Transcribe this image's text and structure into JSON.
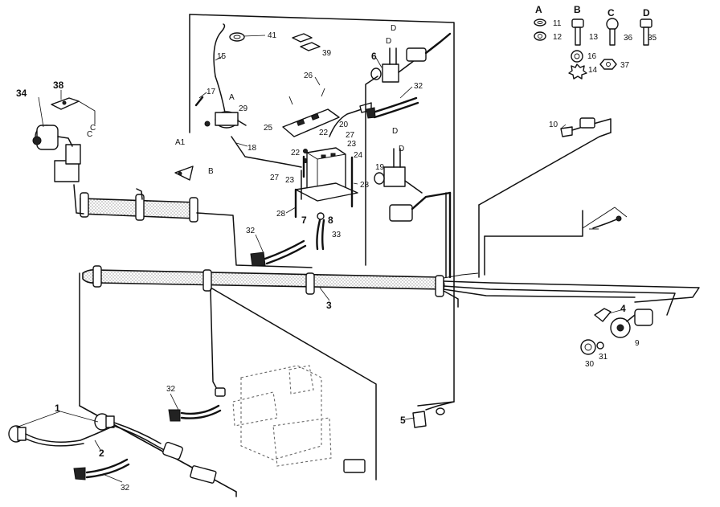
{
  "diagram": {
    "callouts": {
      "c1": "1",
      "c2": "2",
      "c3": "3",
      "c4": "4",
      "c5": "5",
      "c6": "6",
      "c7": "7",
      "c8": "8",
      "c9": "9",
      "c10": "10",
      "c11": "11",
      "c12": "12",
      "c13": "13",
      "c14": "14",
      "c15": "15",
      "c16": "16",
      "c17": "17",
      "c18": "18",
      "c19": "19",
      "c20": "20",
      "c22a": "22",
      "c22b": "22",
      "c23a": "23",
      "c23b": "23",
      "c24": "24",
      "c25": "25",
      "c26": "26",
      "c27a": "27",
      "c27b": "27",
      "c28a": "28",
      "c28b": "28",
      "c29": "29",
      "c30": "30",
      "c31": "31",
      "c32a": "32",
      "c32b": "32",
      "c32c": "32",
      "c32d": "32",
      "c33": "33",
      "c34": "34",
      "c35": "35",
      "c36": "36",
      "c37": "37",
      "c38": "38",
      "c39": "39",
      "c41": "41"
    },
    "hardware_keys": {
      "A": "A",
      "B": "B",
      "C": "C",
      "D": "D"
    },
    "ref_letters": {
      "d1": "D",
      "d2": "D",
      "d3": "D",
      "d4": "D",
      "a1": "A",
      "a2": "A1",
      "b1": "B",
      "c1": "C",
      "c2": "C"
    }
  }
}
